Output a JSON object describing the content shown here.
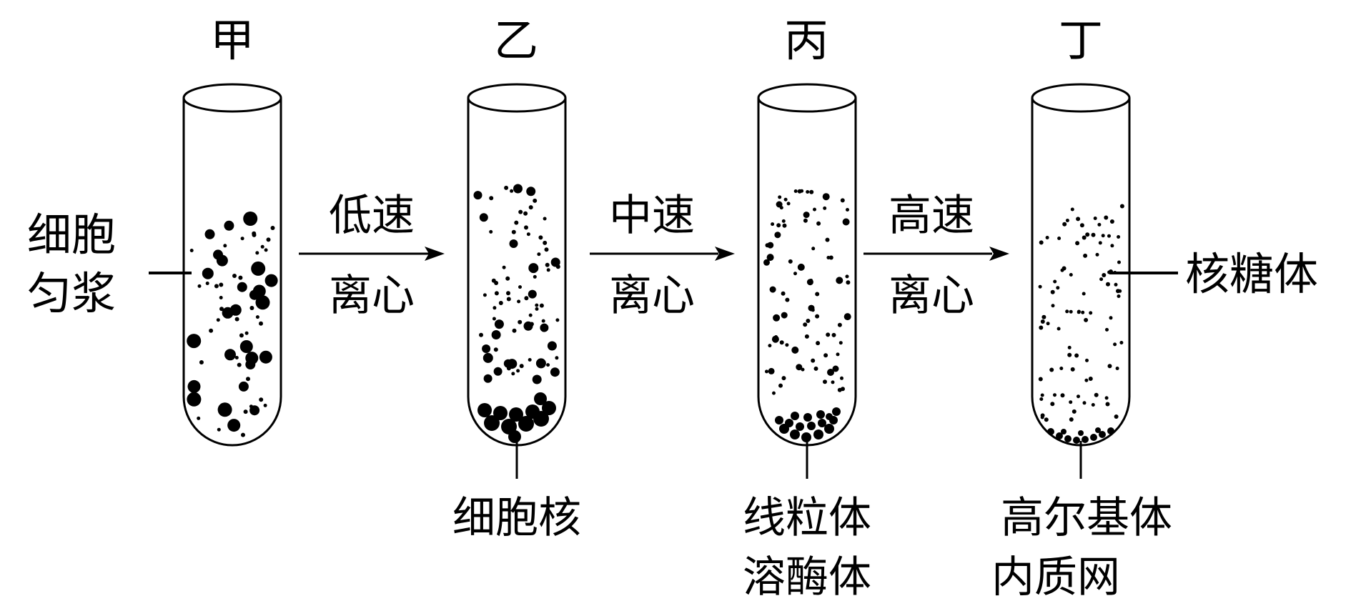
{
  "tubes": [
    {
      "label": "甲"
    },
    {
      "label": "乙"
    },
    {
      "label": "丙"
    },
    {
      "label": "丁"
    }
  ],
  "arrows": [
    {
      "line1": "低速",
      "line2": "离心"
    },
    {
      "line1": "中速",
      "line2": "离心"
    },
    {
      "line1": "高速",
      "line2": "离心"
    }
  ],
  "homogenate": {
    "line1": "细胞",
    "line2": "匀浆"
  },
  "ribosome": {
    "label": "核糖体"
  },
  "pellets": {
    "nucleus": {
      "line1": "细胞核"
    },
    "mito_lyso": {
      "line1": "线粒体",
      "line2": "溶酶体"
    },
    "golgi_er": {
      "line1": "高尔基体",
      "line2": "内质网"
    }
  },
  "colors": {
    "ink": "#000000",
    "background": "#ffffff"
  }
}
